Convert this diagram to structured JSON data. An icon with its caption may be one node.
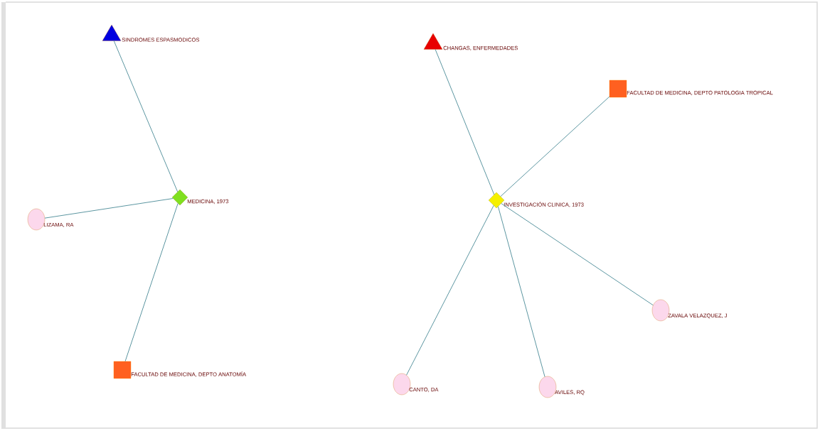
{
  "diagram": {
    "nodes": [
      {
        "text": [
          "SINDROMES ESPASMODICOS"
        ]
      },
      {
        "text": [
          "CHANGAS, ENFERMEDADES"
        ]
      },
      {
        "text": [
          "FACULTAD DE MEDICINA, DEPTO PATOLOGIA TROPICAL"
        ]
      },
      {
        "text": [
          "MEDICINA, 1973"
        ]
      },
      {
        "text": [
          "INVESTIGACIÓN CLINICA, 1973"
        ]
      },
      {
        "text": [
          "LIZAMA, RA"
        ]
      },
      {
        "text": [
          "ZAVALA VELAZQUEZ, J"
        ]
      },
      {
        "text": [
          "FACULTAD DE MEDICINA, DEPTO ANATOMÍA"
        ]
      },
      {
        "text": [
          "CANTO, DA"
        ]
      },
      {
        "text": [
          "AVILES, RQ"
        ]
      }
    ],
    "edges": [
      {
        "from": 3,
        "to": 0,
        "arrow": "none"
      },
      {
        "from": 3,
        "to": 5,
        "arrow": "none"
      },
      {
        "from": 3,
        "to": 7,
        "arrow": "none"
      },
      {
        "from": 4,
        "to": 1,
        "arrow": "none"
      },
      {
        "from": 4,
        "to": 2,
        "arrow": "none"
      },
      {
        "from": 4,
        "to": 6,
        "arrow": "none"
      },
      {
        "from": 4,
        "to": 8,
        "arrow": "none"
      },
      {
        "from": 4,
        "to": 9,
        "arrow": "none"
      }
    ]
  }
}
